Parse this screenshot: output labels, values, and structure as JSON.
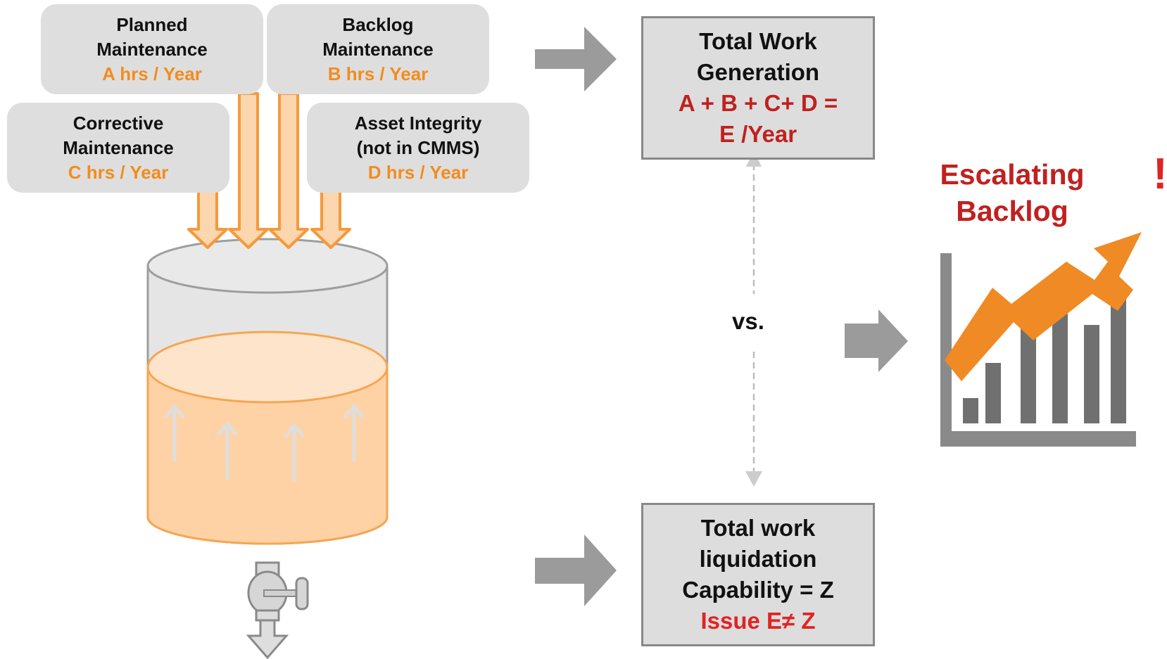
{
  "sources": [
    {
      "title1": "Planned",
      "title2": "Maintenance",
      "hours": "A hrs / Year"
    },
    {
      "title1": "Backlog",
      "title2": "Maintenance",
      "hours": "B hrs / Year"
    },
    {
      "title1": "Corrective",
      "title2": "Maintenance",
      "hours": "C hrs / Year"
    },
    {
      "title1": "Asset Integrity",
      "title2": "(not in CMMS)",
      "hours": "D hrs / Year"
    }
  ],
  "total_generation": {
    "line1": "Total Work",
    "line2": "Generation",
    "formula1": "A + B + C+ D =",
    "formula2": "E /Year"
  },
  "vs_label": "vs.",
  "total_liquidation": {
    "line1": "Total work",
    "line2": "liquidation",
    "line3": "Capability = Z",
    "issue": "Issue E≠ Z"
  },
  "escalating": {
    "line1": "Escalating",
    "line2": "Backlog",
    "mark": "!"
  },
  "icons": [
    "tank-icon",
    "valve-icon",
    "rising-chart-icon",
    "arrow-right-icon"
  ],
  "colors": {
    "orange": "#f28c1e",
    "red": "#c0211f",
    "gray": "#999999",
    "box_gray": "#dedede"
  }
}
